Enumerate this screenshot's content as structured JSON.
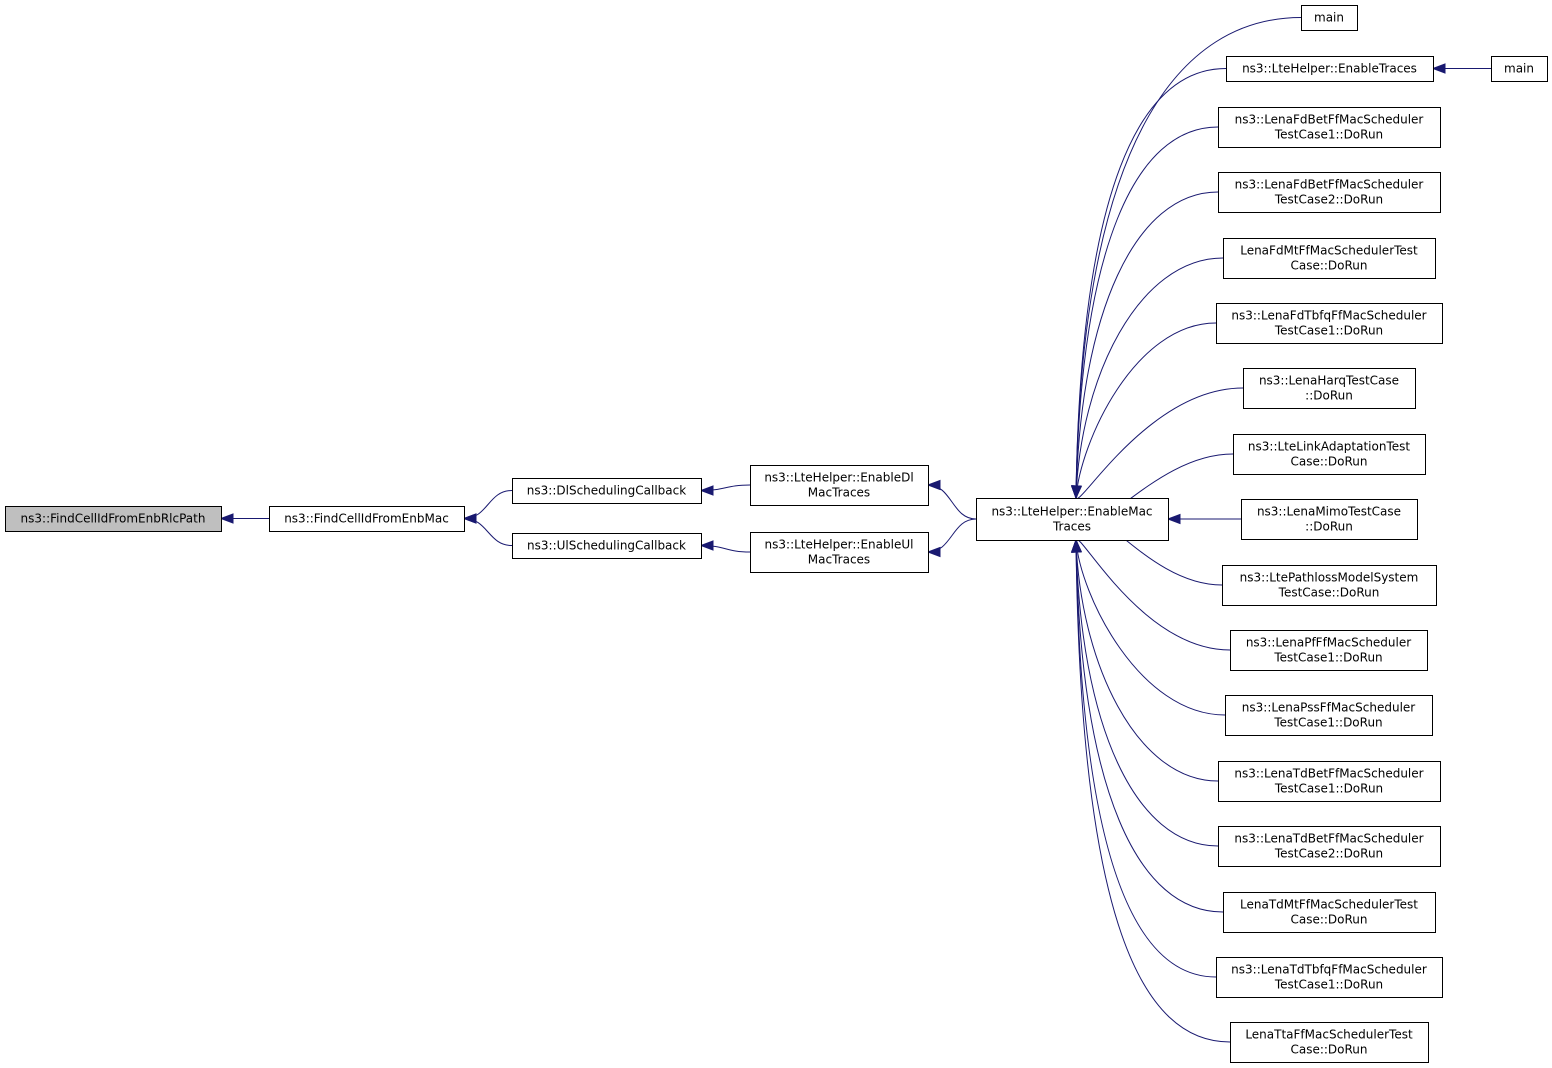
{
  "diagram": {
    "nodes": [
      {
        "id": "findCellIdFromEnbRlcPath",
        "lines": [
          "ns3::FindCellIdFromEnbRlcPath"
        ],
        "root": true
      },
      {
        "id": "findCellIdFromEnbMac",
        "lines": [
          "ns3::FindCellIdFromEnbMac"
        ]
      },
      {
        "id": "dlSchedulingCallback",
        "lines": [
          "ns3::DlSchedulingCallback"
        ]
      },
      {
        "id": "ulSchedulingCallback",
        "lines": [
          "ns3::UlSchedulingCallback"
        ]
      },
      {
        "id": "enableDlMacTraces",
        "lines": [
          "ns3::LteHelper::EnableDl",
          "MacTraces"
        ]
      },
      {
        "id": "enableUlMacTraces",
        "lines": [
          "ns3::LteHelper::EnableUl",
          "MacTraces"
        ]
      },
      {
        "id": "enableMacTraces",
        "lines": [
          "ns3::LteHelper::EnableMac",
          "Traces"
        ]
      },
      {
        "id": "main1",
        "lines": [
          "main"
        ]
      },
      {
        "id": "enableTraces",
        "lines": [
          "ns3::LteHelper::EnableTraces"
        ]
      },
      {
        "id": "main2",
        "lines": [
          "main"
        ]
      },
      {
        "id": "fdBet1",
        "lines": [
          "ns3::LenaFdBetFfMacScheduler",
          "TestCase1::DoRun"
        ]
      },
      {
        "id": "fdBet2",
        "lines": [
          "ns3::LenaFdBetFfMacScheduler",
          "TestCase2::DoRun"
        ]
      },
      {
        "id": "fdMt",
        "lines": [
          "LenaFdMtFfMacSchedulerTest",
          "Case::DoRun"
        ]
      },
      {
        "id": "fdTbfq",
        "lines": [
          "ns3::LenaFdTbfqFfMacScheduler",
          "TestCase1::DoRun"
        ]
      },
      {
        "id": "harq",
        "lines": [
          "ns3::LenaHarqTestCase",
          "::DoRun"
        ]
      },
      {
        "id": "linkAdapt",
        "lines": [
          "ns3::LteLinkAdaptationTest",
          "Case::DoRun"
        ]
      },
      {
        "id": "mimo",
        "lines": [
          "ns3::LenaMimoTestCase",
          "::DoRun"
        ]
      },
      {
        "id": "pathloss",
        "lines": [
          "ns3::LtePathlossModelSystem",
          "TestCase::DoRun"
        ]
      },
      {
        "id": "pf",
        "lines": [
          "ns3::LenaPfFfMacScheduler",
          "TestCase1::DoRun"
        ]
      },
      {
        "id": "pss",
        "lines": [
          "ns3::LenaPssFfMacScheduler",
          "TestCase1::DoRun"
        ]
      },
      {
        "id": "tdBet1",
        "lines": [
          "ns3::LenaTdBetFfMacScheduler",
          "TestCase1::DoRun"
        ]
      },
      {
        "id": "tdBet2",
        "lines": [
          "ns3::LenaTdBetFfMacScheduler",
          "TestCase2::DoRun"
        ]
      },
      {
        "id": "tdMt",
        "lines": [
          "LenaTdMtFfMacSchedulerTest",
          "Case::DoRun"
        ]
      },
      {
        "id": "tdTbfq",
        "lines": [
          "ns3::LenaTdTbfqFfMacScheduler",
          "TestCase1::DoRun"
        ]
      },
      {
        "id": "tta",
        "lines": [
          "LenaTtaFfMacSchedulerTest",
          "Case::DoRun"
        ]
      }
    ],
    "edges": [
      {
        "from": "findCellIdFromEnbMac",
        "to": "findCellIdFromEnbRlcPath"
      },
      {
        "from": "dlSchedulingCallback",
        "to": "findCellIdFromEnbMac"
      },
      {
        "from": "ulSchedulingCallback",
        "to": "findCellIdFromEnbMac"
      },
      {
        "from": "enableDlMacTraces",
        "to": "dlSchedulingCallback"
      },
      {
        "from": "enableUlMacTraces",
        "to": "ulSchedulingCallback"
      },
      {
        "from": "enableMacTraces",
        "to": "enableDlMacTraces"
      },
      {
        "from": "enableMacTraces",
        "to": "enableUlMacTraces"
      },
      {
        "from": "main1",
        "to": "enableMacTraces"
      },
      {
        "from": "enableTraces",
        "to": "enableMacTraces"
      },
      {
        "from": "main2",
        "to": "enableTraces"
      },
      {
        "from": "fdBet1",
        "to": "enableMacTraces"
      },
      {
        "from": "fdBet2",
        "to": "enableMacTraces"
      },
      {
        "from": "fdMt",
        "to": "enableMacTraces"
      },
      {
        "from": "fdTbfq",
        "to": "enableMacTraces"
      },
      {
        "from": "harq",
        "to": "enableMacTraces"
      },
      {
        "from": "linkAdapt",
        "to": "enableMacTraces"
      },
      {
        "from": "mimo",
        "to": "enableMacTraces"
      },
      {
        "from": "pathloss",
        "to": "enableMacTraces"
      },
      {
        "from": "pf",
        "to": "enableMacTraces"
      },
      {
        "from": "pss",
        "to": "enableMacTraces"
      },
      {
        "from": "tdBet1",
        "to": "enableMacTraces"
      },
      {
        "from": "tdBet2",
        "to": "enableMacTraces"
      },
      {
        "from": "tdMt",
        "to": "enableMacTraces"
      },
      {
        "from": "tdTbfq",
        "to": "enableMacTraces"
      },
      {
        "from": "tta",
        "to": "enableMacTraces"
      }
    ]
  }
}
